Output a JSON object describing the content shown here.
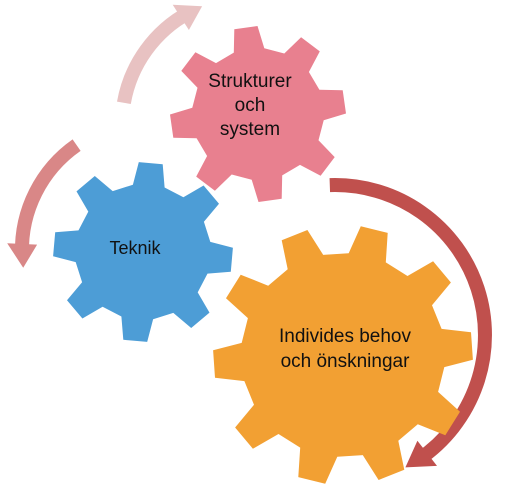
{
  "gears": {
    "strukturer": {
      "label_lines": [
        "Strukturer",
        "och",
        "system"
      ],
      "color": "#E8808F"
    },
    "teknik": {
      "label_lines": [
        "Teknik"
      ],
      "color": "#4D9DD6"
    },
    "individ": {
      "label_lines": [
        "Individes behov",
        "och önskningar"
      ],
      "color": "#F2A033"
    }
  },
  "arrows": {
    "top": {
      "color": "#E8C2C2"
    },
    "left": {
      "color": "#D98787"
    },
    "right": {
      "color": "#C0504D"
    }
  }
}
